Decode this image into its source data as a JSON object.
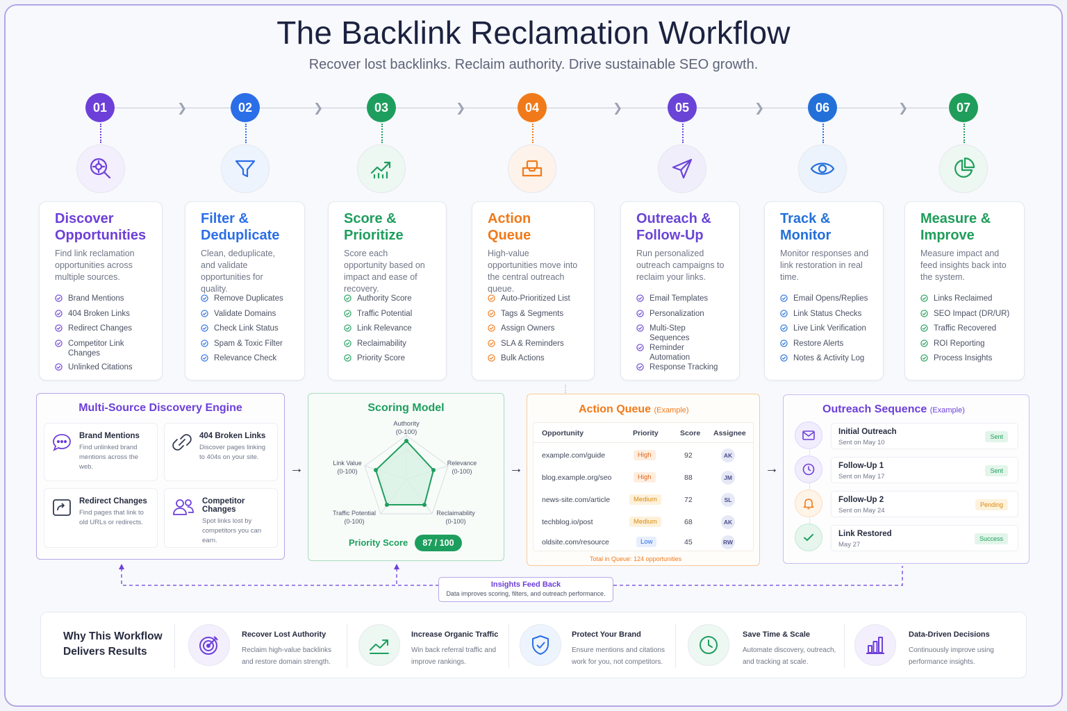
{
  "header": {
    "title": "The Backlink Reclamation Workflow",
    "subtitle": "Recover lost backlinks. Reclaim authority. Drive sustainable SEO growth."
  },
  "colors": {
    "purple": "#6d3fd9",
    "blue": "#2a6ee8",
    "green": "#1e9e5e",
    "orange": "#f07a1a",
    "violet": "#6a44d6",
    "blue2": "#2370d9",
    "green2": "#1f9d5a"
  },
  "steps": [
    {
      "num": "01",
      "icon": "search-target-icon",
      "title": "Discover\nOpportunities",
      "desc": "Find link reclamation opportunities across multiple sources.",
      "items": [
        "Brand Mentions",
        "404 Broken Links",
        "Redirect Changes",
        "Competitor Link Changes",
        "Unlinked Citations"
      ]
    },
    {
      "num": "02",
      "icon": "filter-icon",
      "title": "Filter &\nDeduplicate",
      "desc": "Clean, deduplicate, and validate opportunities for quality.",
      "items": [
        "Remove Duplicates",
        "Validate Domains",
        "Check Link Status",
        "Spam & Toxic Filter",
        "Relevance Check"
      ]
    },
    {
      "num": "03",
      "icon": "trend-chart-icon",
      "title": "Score &\nPrioritize",
      "desc": "Score each opportunity based on impact and ease of recovery.",
      "items": [
        "Authority Score",
        "Traffic Potential",
        "Link Relevance",
        "Reclaimability",
        "Priority Score"
      ]
    },
    {
      "num": "04",
      "icon": "inbox-stack-icon",
      "title": "Action\nQueue",
      "desc": "High-value opportunities move into the central outreach queue.",
      "items": [
        "Auto-Prioritized List",
        "Tags & Segments",
        "Assign Owners",
        "SLA & Reminders",
        "Bulk Actions"
      ]
    },
    {
      "num": "05",
      "icon": "send-icon",
      "title": "Outreach &\nFollow-Up",
      "desc": "Run personalized outreach campaigns to reclaim your links.",
      "items": [
        "Email Templates",
        "Personalization",
        "Multi-Step Sequences",
        "Reminder Automation",
        "Response Tracking"
      ]
    },
    {
      "num": "06",
      "icon": "eye-icon",
      "title": "Track &\nMonitor",
      "desc": "Monitor responses and link restoration in real time.",
      "items": [
        "Email Opens/Replies",
        "Link Status Checks",
        "Live Link Verification",
        "Restore Alerts",
        "Notes & Activity Log"
      ]
    },
    {
      "num": "07",
      "icon": "pie-chart-icon",
      "title": "Measure &\nImprove",
      "desc": "Measure impact and feed insights back into the system.",
      "items": [
        "Links Reclaimed",
        "SEO Impact (DR/UR)",
        "Traffic Recovered",
        "ROI Reporting",
        "Process Insights"
      ]
    }
  ],
  "discovery": {
    "title": "Multi-Source Discovery Engine",
    "sources": [
      {
        "icon": "chat-bubble-icon",
        "title": "Brand Mentions",
        "desc": "Find unlinked brand mentions across the web."
      },
      {
        "icon": "broken-link-icon",
        "title": "404 Broken Links",
        "desc": "Discover pages linking to 404s on your site."
      },
      {
        "icon": "redirect-icon",
        "title": "Redirect Changes",
        "desc": "Find pages that link to old URLs or redirects."
      },
      {
        "icon": "users-icon",
        "title": "Competitor Changes",
        "desc": "Spot links lost by competitors you can earn."
      }
    ]
  },
  "scoring": {
    "title": "Scoring Model",
    "axes": [
      {
        "name": "Authority",
        "range": "(0-100)"
      },
      {
        "name": "Relevance",
        "range": "(0-100)"
      },
      {
        "name": "Reclaimability",
        "range": "(0-100)"
      },
      {
        "name": "Traffic Potential",
        "range": "(0-100)"
      },
      {
        "name": "Link Value",
        "range": "(0-100)"
      }
    ],
    "priority_label": "Priority Score",
    "priority_value": "87 / 100"
  },
  "queue": {
    "title": "Action Queue",
    "example": "(Example)",
    "headers": [
      "Opportunity",
      "Priority",
      "Score",
      "Assignee"
    ],
    "rows": [
      {
        "opportunity": "example.com/guide",
        "priority": "High",
        "score": "92",
        "assignee": "AK"
      },
      {
        "opportunity": "blog.example.org/seo",
        "priority": "High",
        "score": "88",
        "assignee": "JM"
      },
      {
        "opportunity": "news-site.com/article",
        "priority": "Medium",
        "score": "72",
        "assignee": "SL"
      },
      {
        "opportunity": "techblog.io/post",
        "priority": "Medium",
        "score": "68",
        "assignee": "AK"
      },
      {
        "opportunity": "oldsite.com/resource",
        "priority": "Low",
        "score": "45",
        "assignee": "RW"
      }
    ],
    "total_label": "Total in Queue:",
    "total_value": "124 opportunities"
  },
  "outreach": {
    "title": "Outreach Sequence",
    "example": "(Example)",
    "items": [
      {
        "icon": "mail-icon",
        "title": "Initial Outreach",
        "date": "Sent on May 10",
        "status": "Sent"
      },
      {
        "icon": "clock-icon",
        "title": "Follow-Up 1",
        "date": "Sent on May 17",
        "status": "Sent"
      },
      {
        "icon": "bell-icon",
        "title": "Follow-Up 2",
        "date": "Sent on May 24",
        "status": "Pending"
      },
      {
        "icon": "check-icon",
        "title": "Link Restored",
        "date": "May 27",
        "status": "Success"
      }
    ]
  },
  "feedback": {
    "title": "Insights Feed Back",
    "desc": "Data improves scoring, filters, and outreach performance."
  },
  "benefits": {
    "heading": "Why This Workflow Delivers Results",
    "items": [
      {
        "icon": "target-icon",
        "title": "Recover Lost Authority",
        "desc": "Reclaim high-value backlinks and restore domain strength."
      },
      {
        "icon": "growth-chart-icon",
        "title": "Increase Organic Traffic",
        "desc": "Win back referral traffic and improve rankings."
      },
      {
        "icon": "shield-check-icon",
        "title": "Protect Your Brand",
        "desc": "Ensure mentions and citations work for you, not competitors."
      },
      {
        "icon": "clock-icon",
        "title": "Save Time & Scale",
        "desc": "Automate discovery, outreach, and tracking at scale."
      },
      {
        "icon": "bar-chart-icon",
        "title": "Data-Driven Decisions",
        "desc": "Continuously improve using performance insights."
      }
    ]
  }
}
